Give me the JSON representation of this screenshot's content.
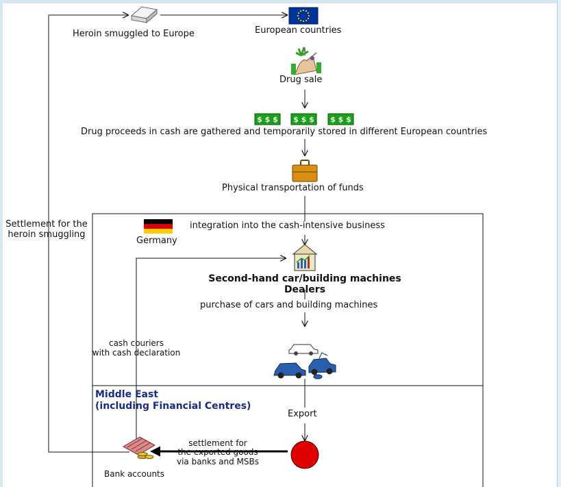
{
  "nodes": {
    "heroin_smuggled": "Heroin smuggled to Europe",
    "european_countries": "European countries",
    "drug_sale": "Drug sale",
    "drug_proceeds": "Drug proceeds in cash are gathered and temporarily stored in different European countries",
    "physical_transport": "Physical transportation of funds",
    "germany": "Germany",
    "integration": "integration into the cash-intensive business",
    "dealers_line1": "Second-hand car/building machines",
    "dealers_line2": "Dealers",
    "purchase": "purchase of cars and building machines",
    "middle_east_line1": "Middle East",
    "middle_east_line2": "(including Financial Centres)",
    "export": "Export",
    "bank_accounts": "Bank accounts"
  },
  "edge_labels": {
    "settlement_smuggling_line1": "Settlement for the",
    "settlement_smuggling_line2": "heroin smuggling",
    "cash_couriers_line1": "cash couriers",
    "cash_couriers_line2": "with cash declaration",
    "settlement_goods_line1": "settlement for",
    "settlement_goods_line2": "the exported goods",
    "settlement_goods_line3": "via banks and MSBs"
  },
  "icon_labels": {
    "banknote": "$"
  },
  "colors": {
    "eu_flag_blue": "#003399",
    "eu_stars": "#ffcc00",
    "money_green": "#1e9e1e",
    "briefcase": "#d98f14",
    "export_dot": "#e00000",
    "middle_east_text": "#1a2a8c",
    "car_blue": "#2a5fae"
  }
}
